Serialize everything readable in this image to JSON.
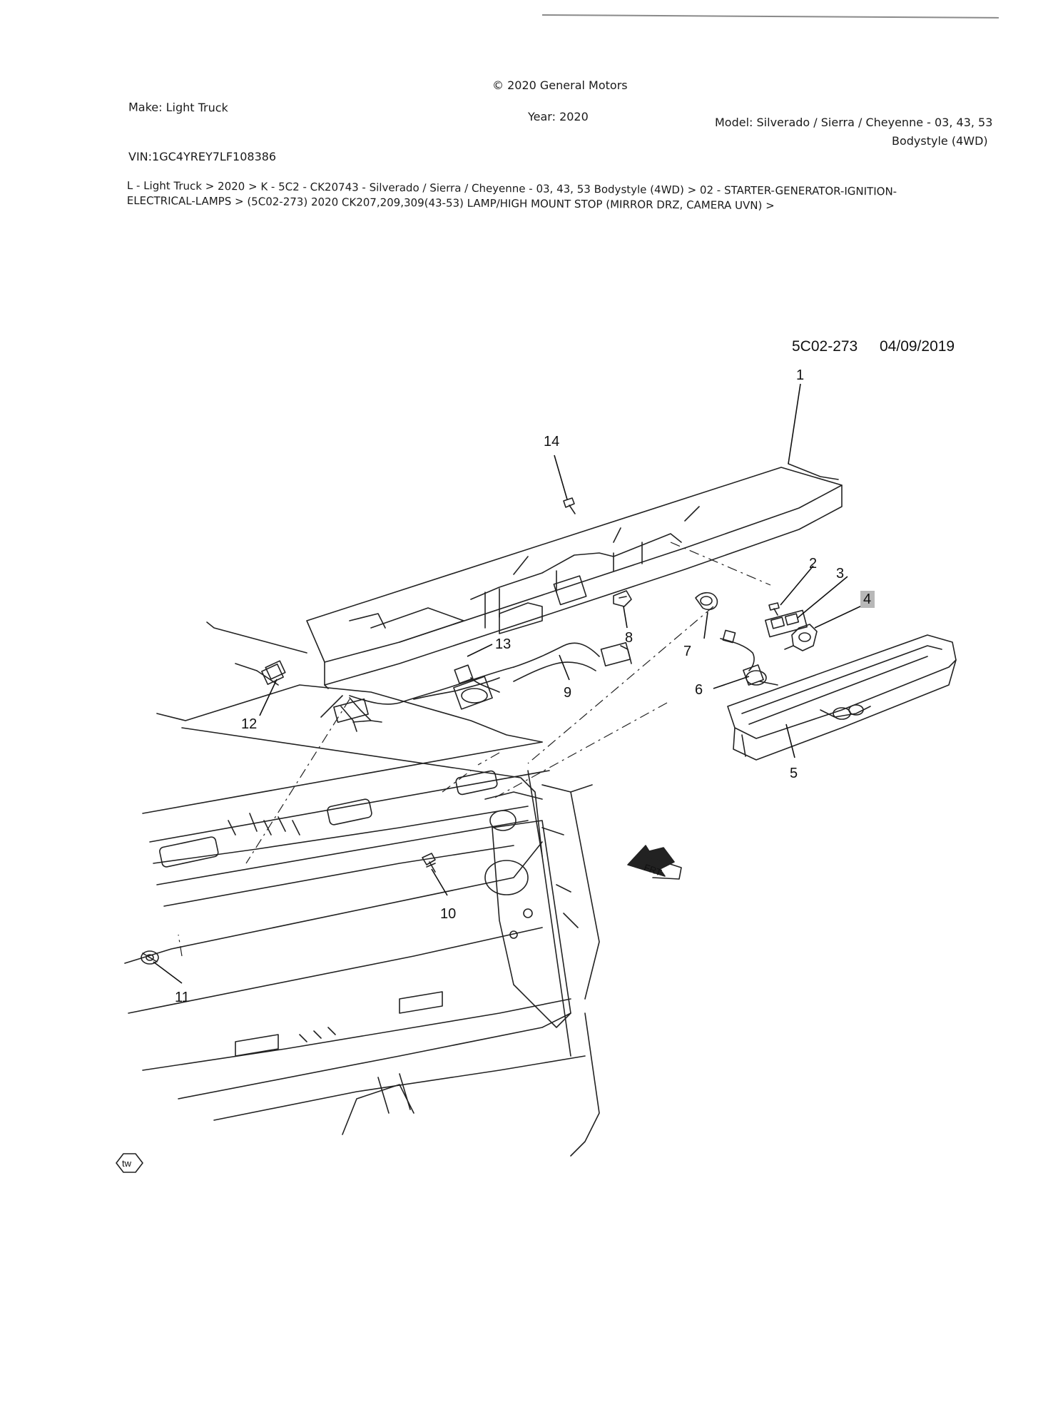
{
  "header": {
    "copyright": "© 2020 General Motors",
    "make": "Make: Light Truck",
    "year": "Year: 2020",
    "model": "Model: Silverado / Sierra / Cheyenne - 03, 43, 53",
    "bodystyle": "Bodystyle (4WD)",
    "vin": "VIN:1GC4YREY7LF108386"
  },
  "breadcrumb": {
    "line1": "L - Light Truck > 2020 > K - 5C2 - CK20743 - Silverado / Sierra / Cheyenne - 03, 43, 53 Bodystyle (4WD) > 02 - STARTER-GENERATOR-IGNITION-",
    "line2": "ELECTRICAL-LAMPS > (5C02-273) 2020 CK207,209,309(43-53) LAMP/HIGH MOUNT STOP (MIRROR DRZ, CAMERA UVN) >"
  },
  "diagram": {
    "figure_id": "5C02-273",
    "figure_date": "04/09/2019",
    "front_marker": "FRT",
    "torque_symbol": "tw",
    "callouts": [
      "1",
      "2",
      "3",
      "4",
      "5",
      "6",
      "7",
      "8",
      "9",
      "10",
      "11",
      "12",
      "13",
      "14"
    ],
    "highlighted_callout": "4"
  }
}
